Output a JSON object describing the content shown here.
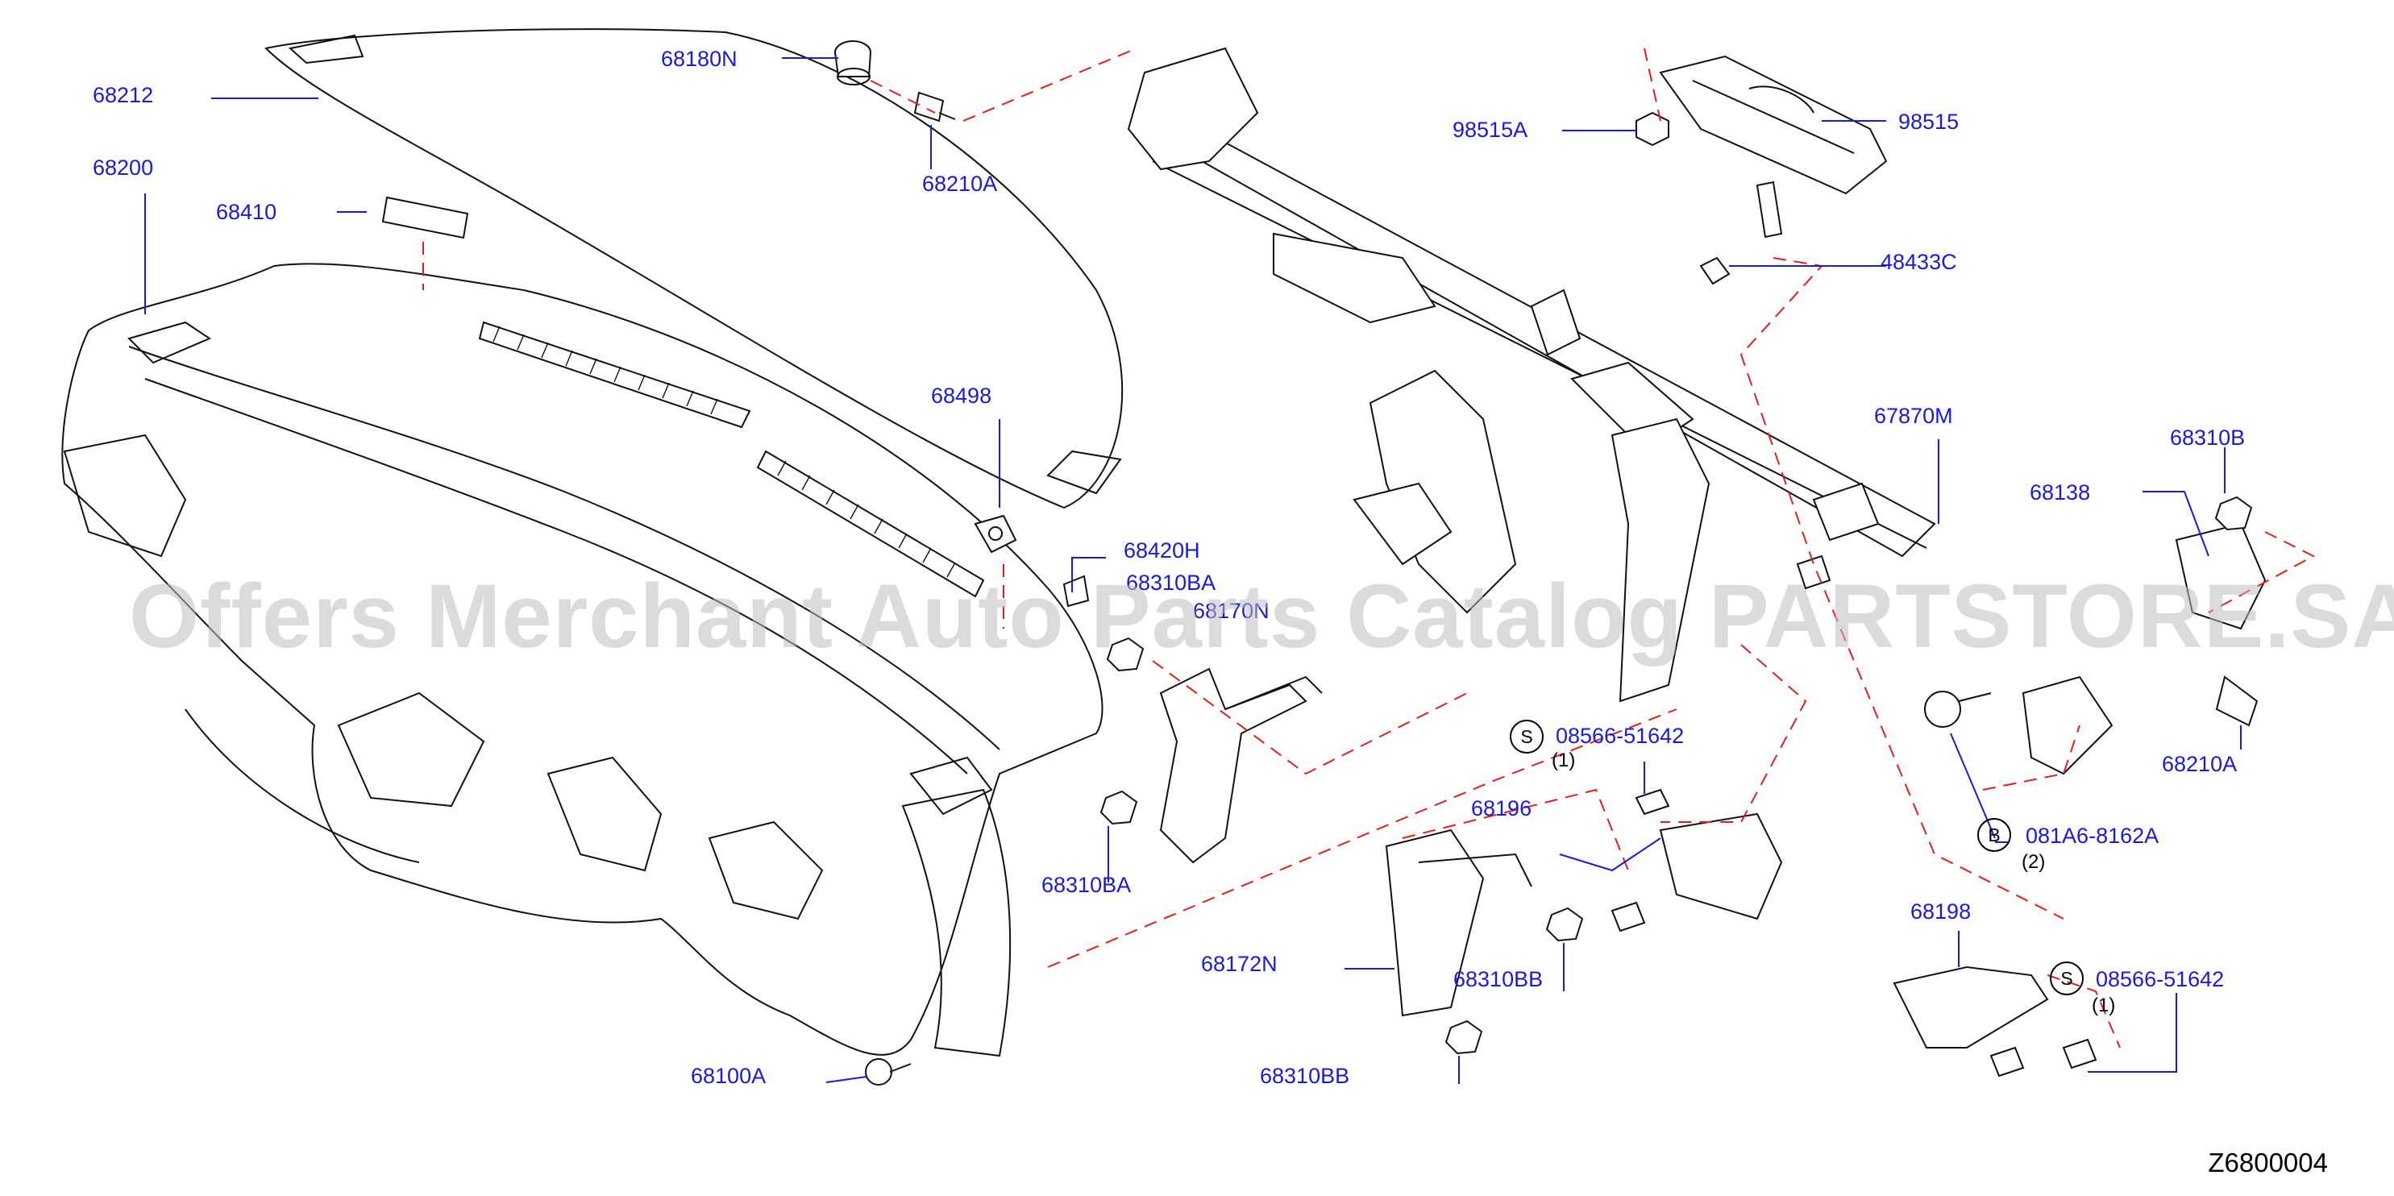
{
  "diagram": {
    "part_labels": [
      {
        "id": "68212",
        "text": "68212"
      },
      {
        "id": "68200",
        "text": "68200"
      },
      {
        "id": "68410",
        "text": "68410"
      },
      {
        "id": "68180N",
        "text": "68180N"
      },
      {
        "id": "68210A_top",
        "text": "68210A"
      },
      {
        "id": "98515A",
        "text": "98515A"
      },
      {
        "id": "98515",
        "text": "98515"
      },
      {
        "id": "48433C",
        "text": "48433C"
      },
      {
        "id": "68498",
        "text": "68498"
      },
      {
        "id": "67870M",
        "text": "67870M"
      },
      {
        "id": "68310B",
        "text": "68310B"
      },
      {
        "id": "68138",
        "text": "68138"
      },
      {
        "id": "68420H",
        "text": "68420H"
      },
      {
        "id": "68310BA_top",
        "text": "68310BA"
      },
      {
        "id": "68170N",
        "text": "68170N"
      },
      {
        "id": "08566-51642_a",
        "text": "08566-51642"
      },
      {
        "id": "68196",
        "text": "68196"
      },
      {
        "id": "68310BA_bottom",
        "text": "68310BA"
      },
      {
        "id": "68172N",
        "text": "68172N"
      },
      {
        "id": "68310BB_a",
        "text": "68310BB"
      },
      {
        "id": "68310BB_b",
        "text": "68310BB"
      },
      {
        "id": "68100A",
        "text": "68100A"
      },
      {
        "id": "68210A_right",
        "text": "68210A"
      },
      {
        "id": "081A6-8162A",
        "text": "081A6-8162A"
      },
      {
        "id": "68198",
        "text": "68198"
      },
      {
        "id": "08566-51642_b",
        "text": "08566-51642"
      }
    ],
    "callouts": [
      {
        "symbol": "S",
        "qty": "(1)"
      },
      {
        "symbol": "B",
        "qty": "(2)"
      },
      {
        "symbol": "S",
        "qty": "(1)"
      }
    ],
    "watermark": "Offers Merchant Auto Parts Catalog PARTSTORE.SA",
    "diagram_code": "Z6800004",
    "colors": {
      "label": "#1a1ad8",
      "guide_dashed": "#e0201a",
      "linework": "#111111",
      "watermark": "#bebebe"
    }
  }
}
